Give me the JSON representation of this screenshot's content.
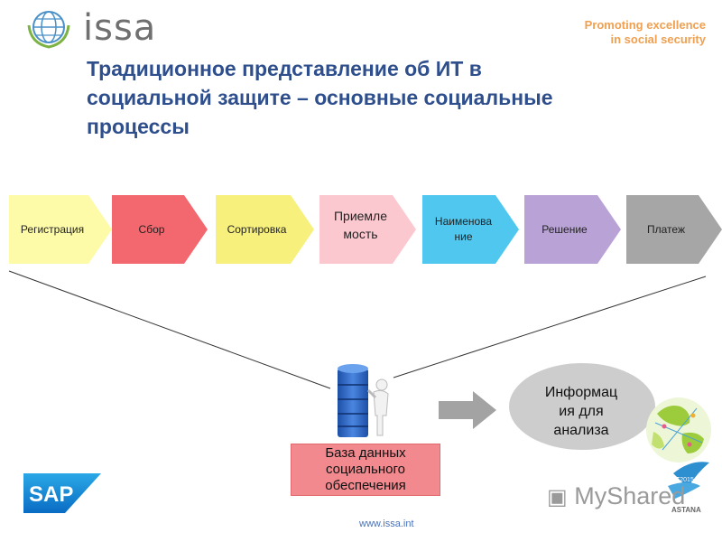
{
  "header": {
    "logo_text": "issa",
    "tagline_line1": "Promoting excellence",
    "tagline_line2": "in social security"
  },
  "title_lines": [
    "Традиционное представление об ИТ в",
    "социальной защите  – основные социальные",
    "процессы"
  ],
  "process_steps": [
    {
      "label": "Регистрация",
      "color": "#fdfaa8"
    },
    {
      "label": "Сбор",
      "color": "#f2686e"
    },
    {
      "label": "Сортировка",
      "color": "#f7f07c"
    },
    {
      "label_lines": [
        "Приемле",
        "мость"
      ],
      "color": "#fcc8cf"
    },
    {
      "label_lines": [
        "Наименова",
        "ние"
      ],
      "color": "#4fc7ef"
    },
    {
      "label": "Решение",
      "color": "#b9a3d6"
    },
    {
      "label": "Платеж",
      "color": "#a6a6a6"
    }
  ],
  "database_box": {
    "lines": [
      "База данных",
      "социального",
      "обеспечения"
    ],
    "color": "#f2898e"
  },
  "info_ellipse": {
    "lines": [
      "Информац",
      "ия для",
      "анализа"
    ],
    "color": "#cdcdcd"
  },
  "footer": {
    "url": "www.issa.int",
    "sap_logo": "SAP",
    "watermark": "MyShared",
    "badge_ict": "ICT2015",
    "badge_astana": "ASTANA"
  },
  "icons": {
    "globe": "globe-icon",
    "database": "database-server-icon",
    "arrow": "right-arrow-icon"
  }
}
